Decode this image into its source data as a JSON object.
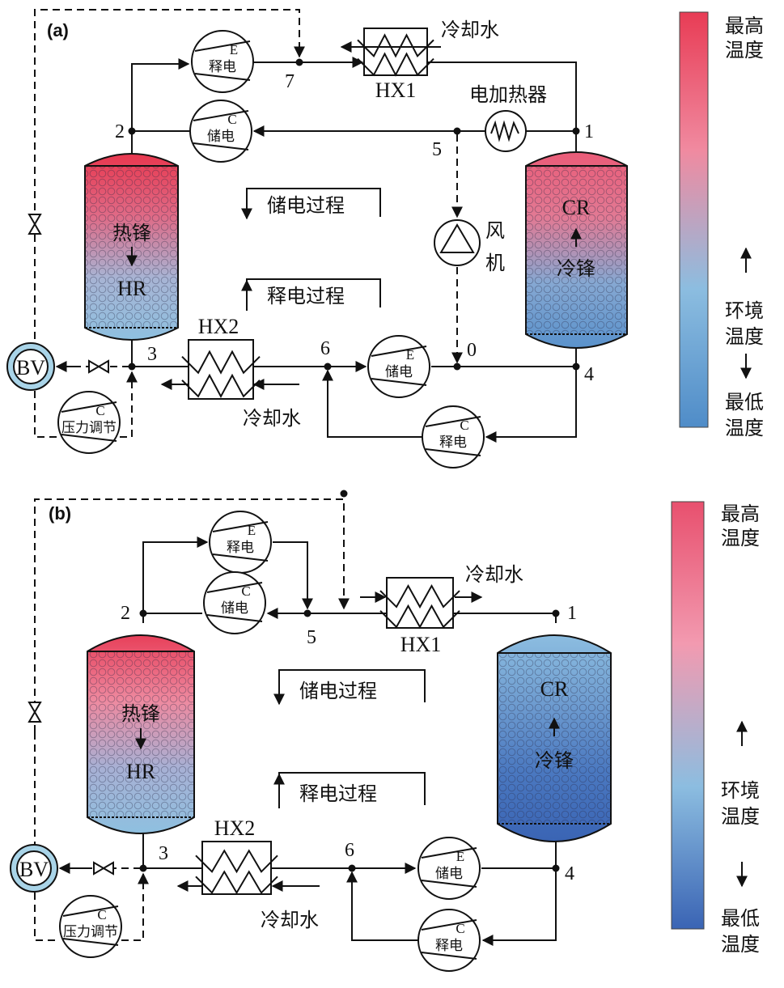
{
  "panels": [
    {
      "label": "(a)",
      "nodes": {
        "n0": "0",
        "n1": "1",
        "n2": "2",
        "n3": "3",
        "n4": "4",
        "n5": "5",
        "n6": "6",
        "n7": "7"
      },
      "hx1": "HX1",
      "hx2": "HX2",
      "cooling_water_1": "冷却水",
      "cooling_water_2": "冷却水",
      "heater": "电加热器",
      "fan": {
        "line1": "风",
        "line2": "机"
      },
      "hot_reservoir": {
        "front": "热锋",
        "name": "HR",
        "colors": [
          "#e8384f",
          "#e06a86",
          "#a8b4d4",
          "#8ec0e0"
        ]
      },
      "cold_reservoir": {
        "name": "CR",
        "front": "冷锋",
        "colors": [
          "#ea5c78",
          "#e27a94",
          "#86a8d2",
          "#5a92cc"
        ]
      },
      "charge_process": "储电过程",
      "discharge_process": "释电过程",
      "machines": {
        "expander_discharge": {
          "type": "E",
          "label": "释电"
        },
        "compressor_charge": {
          "type": "C",
          "label": "储电"
        },
        "expander_charge": {
          "type": "E",
          "label": "储电"
        },
        "compressor_discharge": {
          "type": "C",
          "label": "释电"
        },
        "pressure_regulator": {
          "type": "C",
          "label": "压力调节"
        }
      },
      "buffer_vessel": "BV",
      "colorbar": {
        "max": {
          "line1": "最高",
          "line2": "温度"
        },
        "ambient": {
          "line1": "环境",
          "line2": "温度"
        },
        "min": {
          "line1": "最低",
          "line2": "温度"
        },
        "colors": [
          "#e83c55",
          "#f08aa0",
          "#8cbde0",
          "#4f8cc8"
        ]
      }
    },
    {
      "label": "(b)",
      "nodes": {
        "n1": "1",
        "n2": "2",
        "n3": "3",
        "n4": "4",
        "n5": "5",
        "n6": "6"
      },
      "hx1": "HX1",
      "hx2": "HX2",
      "cooling_water_1": "冷却水",
      "cooling_water_2": "冷却水",
      "hot_reservoir": {
        "front": "热锋",
        "name": "HR",
        "colors": [
          "#e8405a",
          "#ee8aa0",
          "#a8b0d4",
          "#8ec0e0"
        ]
      },
      "cold_reservoir": {
        "name": "CR",
        "front": "冷锋",
        "colors": [
          "#8cbde0",
          "#6e9cd0",
          "#4a78c0",
          "#3a64b4"
        ]
      },
      "charge_process": "储电过程",
      "discharge_process": "释电过程",
      "machines": {
        "expander_discharge": {
          "type": "E",
          "label": "释电"
        },
        "compressor_charge": {
          "type": "C",
          "label": "储电"
        },
        "expander_charge": {
          "type": "E",
          "label": "储电"
        },
        "compressor_discharge": {
          "type": "C",
          "label": "释电"
        },
        "pressure_regulator": {
          "type": "C",
          "label": "压力调节"
        }
      },
      "buffer_vessel": "BV",
      "colorbar": {
        "max": {
          "line1": "最高",
          "line2": "温度"
        },
        "ambient": {
          "line1": "环境",
          "line2": "温度"
        },
        "min": {
          "line1": "最低",
          "line2": "温度"
        },
        "colors": [
          "#e8506e",
          "#f29ab0",
          "#8cbde0",
          "#3a64b4"
        ]
      }
    }
  ]
}
